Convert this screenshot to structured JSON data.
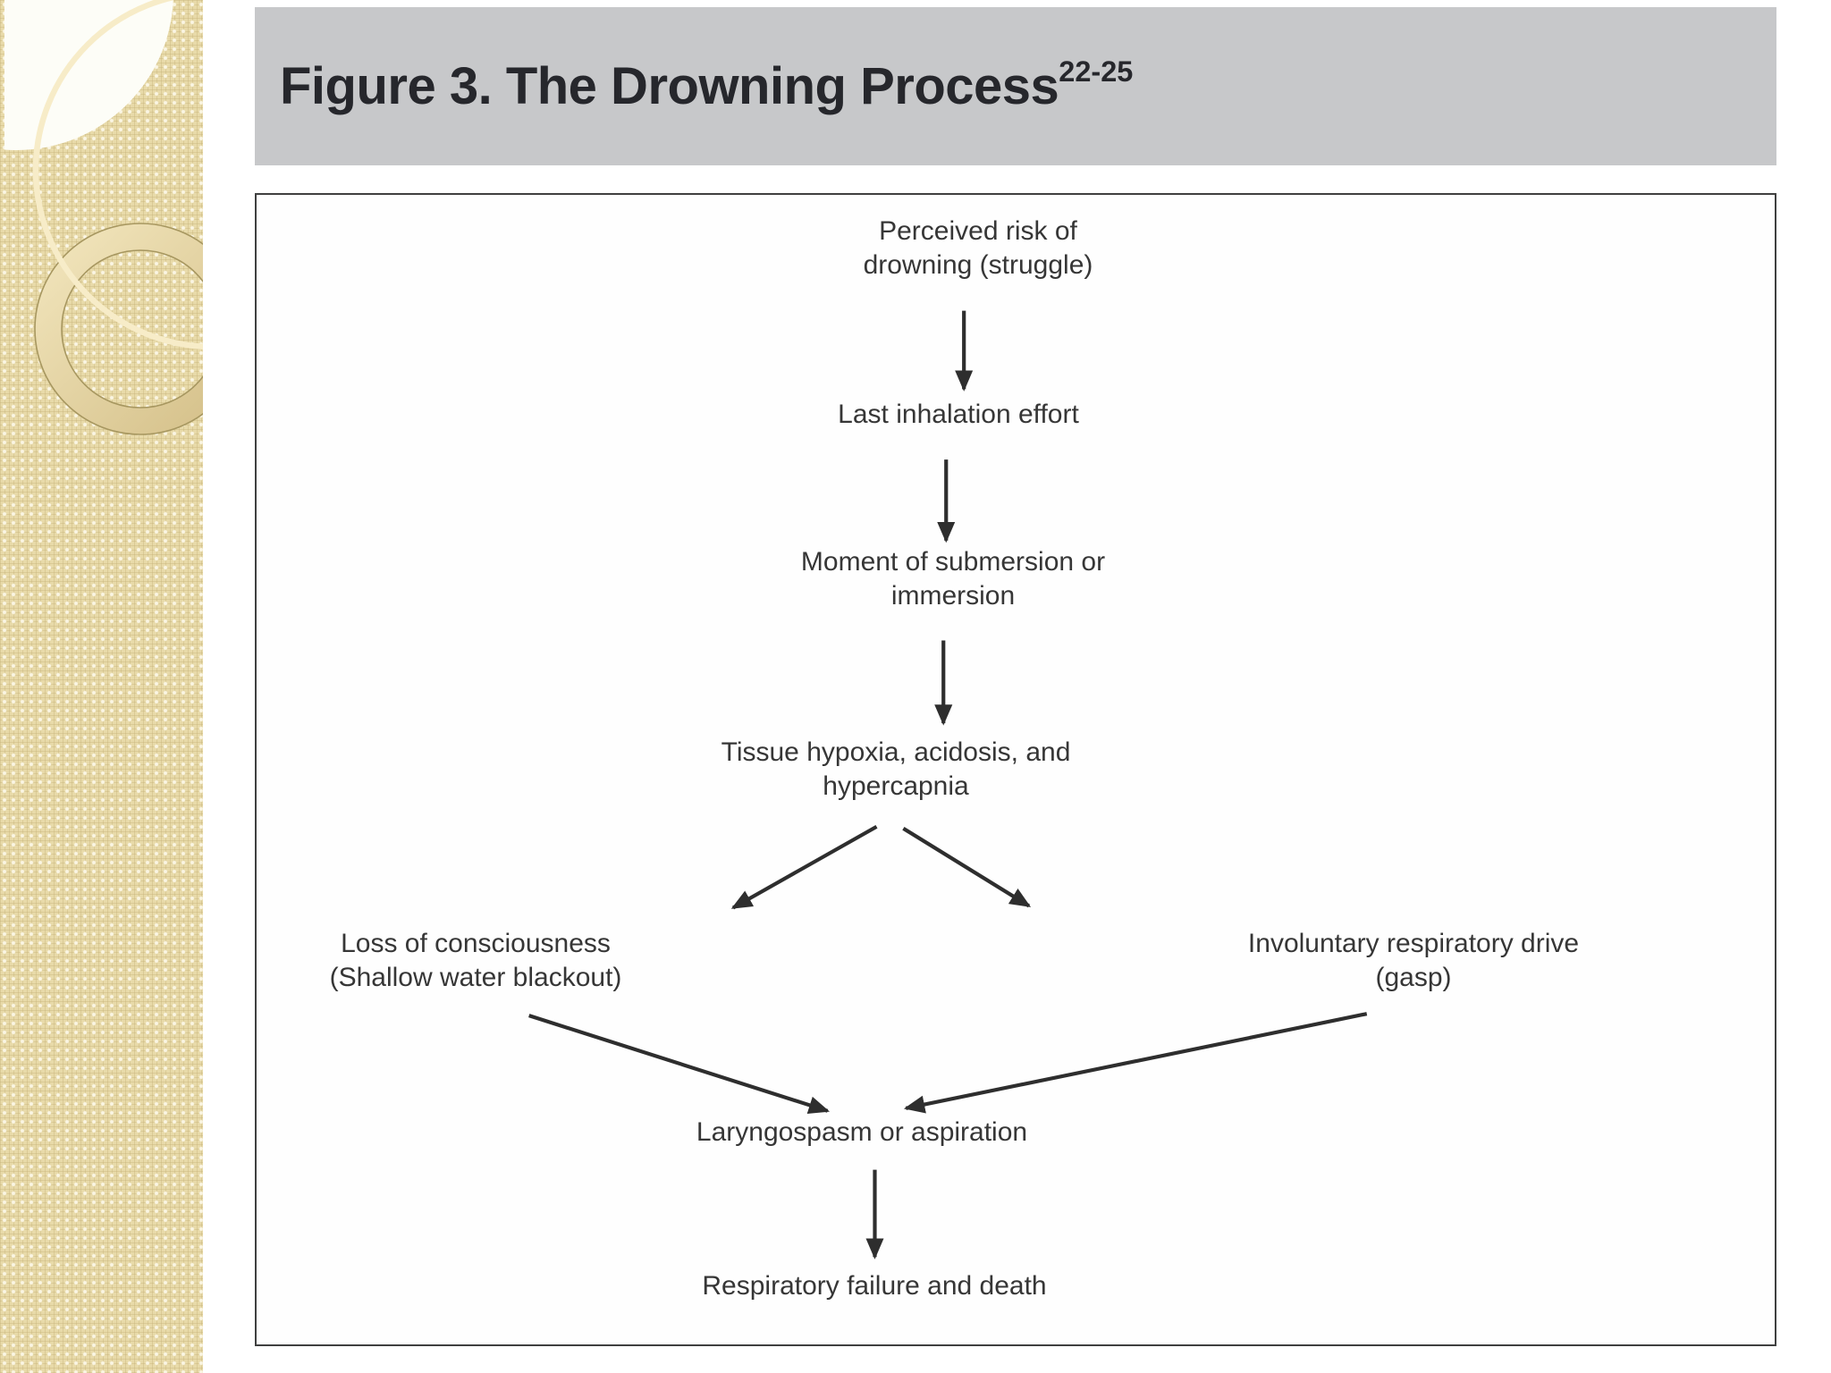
{
  "slide": {
    "type": "presentation-slide",
    "background_color": "#ffffff",
    "sidebar": {
      "style": "beige-checkered-panel-with-circle-ornaments",
      "base_color": "#e8daa9",
      "ring_fill_color": "#e3d3a2",
      "ring_outline_color": "#a79760",
      "accent_arc_color": "#f7ecc8",
      "disc_color": "#fdfdf7"
    }
  },
  "header": {
    "title": "Figure 3. The Drowning Process",
    "title_superscript": "22-25",
    "background_color": "#c7c8ca",
    "text_color": "#26272c"
  },
  "flowchart": {
    "figure_label": "Figure 3",
    "subject": "The Drowning Process",
    "reference_range": "22-25",
    "text_color": "#363636",
    "arrow_color": "#2e2e2e",
    "border_color": "#3f4040",
    "nodes": [
      {
        "id": "perceived-risk",
        "lines": [
          "Perceived risk of",
          "drowning (struggle)"
        ]
      },
      {
        "id": "last-inhalation",
        "lines": [
          "Last inhalation effort"
        ]
      },
      {
        "id": "submersion",
        "lines": [
          "Moment of submersion or",
          "immersion"
        ]
      },
      {
        "id": "hypoxia",
        "lines": [
          "Tissue hypoxia, acidosis, and",
          "hypercapnia"
        ]
      },
      {
        "id": "loss-of-consciousness",
        "lines": [
          "Loss of consciousness",
          "(Shallow water blackout)"
        ]
      },
      {
        "id": "respiratory-drive",
        "lines": [
          "Involuntary respiratory drive",
          "(gasp)"
        ]
      },
      {
        "id": "laryngospasm",
        "lines": [
          "Laryngospasm or aspiration"
        ]
      },
      {
        "id": "death",
        "lines": [
          "Respiratory failure and death"
        ]
      }
    ],
    "edges": [
      {
        "from": "perceived-risk",
        "to": "last-inhalation"
      },
      {
        "from": "last-inhalation",
        "to": "submersion"
      },
      {
        "from": "submersion",
        "to": "hypoxia"
      },
      {
        "from": "hypoxia",
        "to": "loss-of-consciousness"
      },
      {
        "from": "hypoxia",
        "to": "respiratory-drive"
      },
      {
        "from": "loss-of-consciousness",
        "to": "laryngospasm"
      },
      {
        "from": "respiratory-drive",
        "to": "laryngospasm"
      },
      {
        "from": "laryngospasm",
        "to": "death"
      }
    ]
  }
}
